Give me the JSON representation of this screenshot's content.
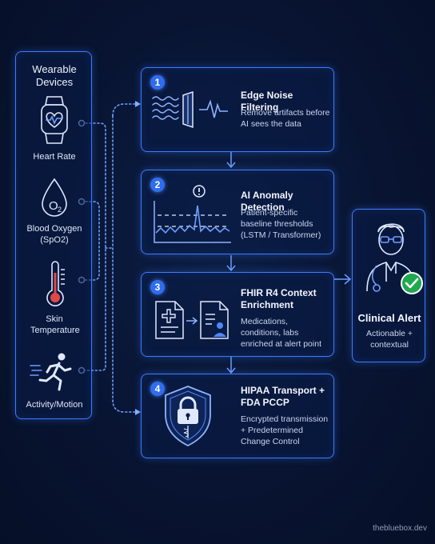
{
  "wearable_panel": {
    "title": "Wearable Devices",
    "devices": [
      {
        "label": "Heart Rate",
        "icon": "smartwatch-heart-icon"
      },
      {
        "label": "Blood Oxygen (SpO2)",
        "icon": "o2-drop-icon"
      },
      {
        "label": "Skin Temperature",
        "icon": "thermometer-icon"
      },
      {
        "label": "Activity/Motion",
        "icon": "running-person-icon"
      }
    ]
  },
  "steps": [
    {
      "number": "1",
      "title": "Edge Noise Filtering",
      "description": "Remove artifacts before AI sees the data",
      "icon": "noise-filter-icon"
    },
    {
      "number": "2",
      "title": "AI Anomaly Detection",
      "description": "Patient-specific baseline thresholds (LSTM / Transformer)",
      "icon": "anomaly-chart-icon"
    },
    {
      "number": "3",
      "title": "FHIR R4 Context Enrichment",
      "description": "Medications, conditions, labs enriched at alert point",
      "icon": "document-enrichment-icon"
    },
    {
      "number": "4",
      "title": "HIPAA Transport + FDA PCCP",
      "description": "Encrypted transmission + Predetermined Change Control",
      "icon": "shield-lock-icon"
    }
  ],
  "alert": {
    "title": "Clinical Alert",
    "subtitle": "Actionable + contextual",
    "icon": "doctor-check-icon"
  },
  "watermark": "thebluebox.dev",
  "colors": {
    "accent": "#3d7bff",
    "background": "#081432",
    "check": "#1fa84f"
  }
}
